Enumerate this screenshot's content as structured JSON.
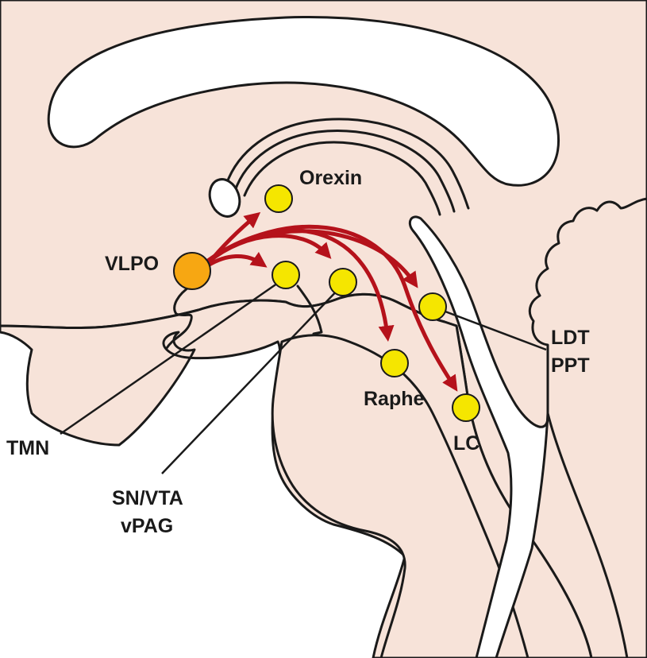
{
  "colors": {
    "brain_tissue": "#f7e3d9",
    "outline": "#1a1a1a",
    "projection_arrow": "#b5121b",
    "target_nucleus": "#f5e600",
    "source_nucleus": "#f7a712",
    "background": "#ffffff"
  },
  "labels": {
    "orexin": "Orexin",
    "vlpo": "VLPO",
    "tmn": "TMN",
    "sn_vta": "SN/VTA",
    "vpag": "vPAG",
    "raphe": "Raphe",
    "lc": "LC",
    "ldt": "LDT",
    "ppt": "PPT"
  }
}
